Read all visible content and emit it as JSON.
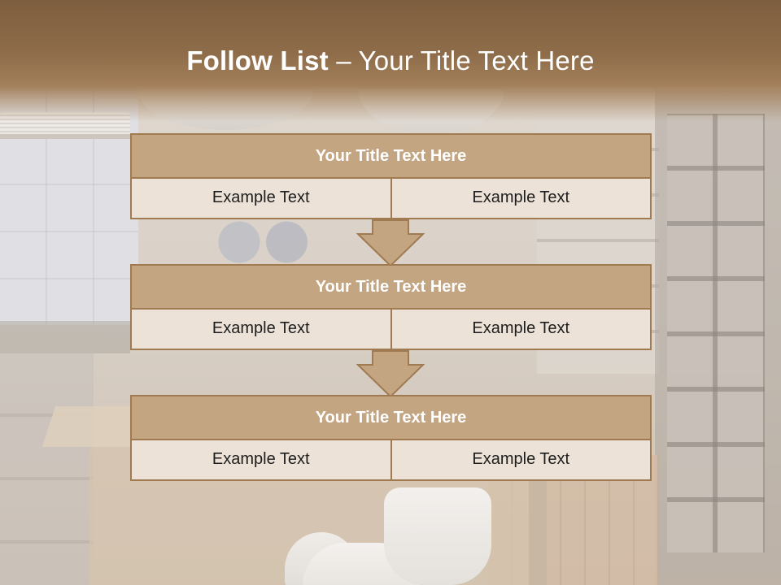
{
  "slide": {
    "title_bold": "Follow List",
    "title_rest": " – Your Title Text Here"
  },
  "blocks": [
    {
      "header": "Your Title Text Here",
      "left": "Example Text",
      "right": "Example Text"
    },
    {
      "header": "Your Title Text Here",
      "left": "Example Text",
      "right": "Example Text"
    },
    {
      "header": "Your Title Text Here",
      "left": "Example Text",
      "right": "Example Text"
    }
  ],
  "colors": {
    "header_fill": "#c4a582",
    "border": "#a07a50",
    "row_fill": "#ede2d8",
    "title_band": "#8f6d4a"
  }
}
